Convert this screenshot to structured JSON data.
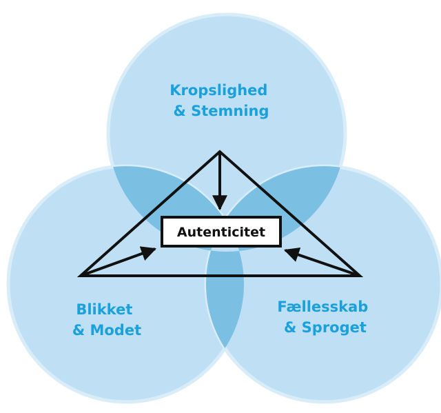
{
  "colors": {
    "circle_fill": "#bfe0f4",
    "circle_stroke": "#d9edf9",
    "overlap_fill": "#7bbfe3",
    "label_color": "#1aa0da",
    "line_color": "#111111"
  },
  "circles": {
    "top": {
      "line1": "Kropslighed",
      "line2": "& Stemning"
    },
    "left": {
      "line1": "Blikket",
      "line2": "& Modet"
    },
    "right": {
      "line1": "Fællesskab",
      "line2": "& Sproget"
    }
  },
  "center": {
    "label": "Autenticitet"
  },
  "arrows": [
    "arrow-from-top",
    "arrow-from-left",
    "arrow-from-right"
  ]
}
